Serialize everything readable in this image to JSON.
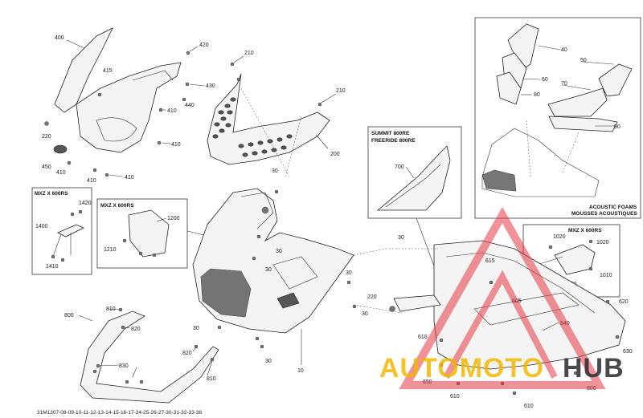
{
  "diagram_code": "31M1307-08-09-10-11-12-13-14-15-16-17-24-25-26-27-30-31-32-33-36",
  "insets": {
    "acoustic": {
      "title_en": "ACOUSTIC FOAMS",
      "title_fr": "MOUSSES ACOUSTIQUES"
    },
    "summit": {
      "line1": "SUMMIT 800RE",
      "line2": "FREERIDE 800RE"
    },
    "mxz_left": "MXZ X 600RS",
    "mxz_center": "MXZ X 600RS",
    "mxz_right": "MXZ X 600RS"
  },
  "labels": {
    "l400": "400",
    "l415": "415",
    "l420": "420",
    "l430": "430",
    "l440": "440",
    "l410a": "410",
    "l410b": "410",
    "l410c": "410",
    "l410d": "410",
    "l410e": "410",
    "l220a": "220",
    "l450": "450",
    "l210a": "210",
    "l210b": "210",
    "l200": "200",
    "l1420": "1420",
    "l1400": "1400",
    "l1410": "1410",
    "l1200": "1200",
    "l1210": "1210",
    "l30a": "30",
    "l30b": "30",
    "l30c": "30",
    "l30d": "30",
    "l30e": "30",
    "l30f": "30",
    "l30g": "30",
    "l10": "10",
    "l700": "700",
    "l40": "40",
    "l50": "50",
    "l60": "60",
    "l70": "70",
    "l80": "80",
    "l90": "90",
    "l1020a": "1020",
    "l1020b": "1020",
    "l1010a": "1010",
    "l1010b": "1010",
    "l1000": "1000",
    "l615": "615",
    "l605": "605",
    "l620": "620",
    "l640": "640",
    "l630": "630",
    "l610a": "610",
    "l610b": "610",
    "l610c": "610",
    "l650": "650",
    "l600": "600",
    "l220b": "220",
    "l810a": "810",
    "l810b": "810",
    "l800": "800",
    "l820a": "820",
    "l820b": "820",
    "l830": "830"
  },
  "watermark": {
    "part1": "AUTOMOTO",
    "part2": "HUB",
    "color_red": "#e63946",
    "color_yellow": "#f2b705",
    "color_dark": "#2b2b2b"
  }
}
